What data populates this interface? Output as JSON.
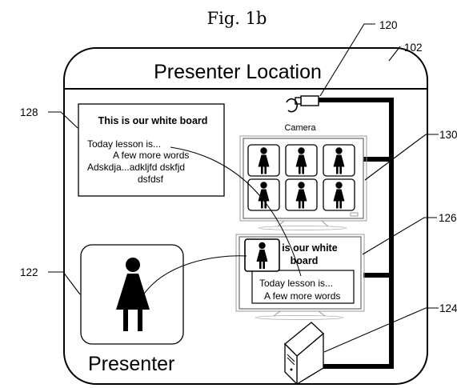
{
  "figure": {
    "title": "Fig. 1b"
  },
  "room": {
    "heading": "Presenter Location",
    "presenter_label": "Presenter",
    "camera_label": "Camera"
  },
  "whiteboard": {
    "title": "This is our white board",
    "lines": [
      "Today lesson is...",
      "A few more words",
      "Adskdja...adkljfd dskfjd",
      "dsfdsf"
    ]
  },
  "monitor_bottom": {
    "title_line1": "is is our white",
    "title_line2": "board",
    "text_line1": "Today lesson is...",
    "text_line2": "A few more words"
  },
  "refs": {
    "r102": "102",
    "r120": "120",
    "r122": "122",
    "r124": "124",
    "r126": "126",
    "r128": "128",
    "r130": "130"
  }
}
